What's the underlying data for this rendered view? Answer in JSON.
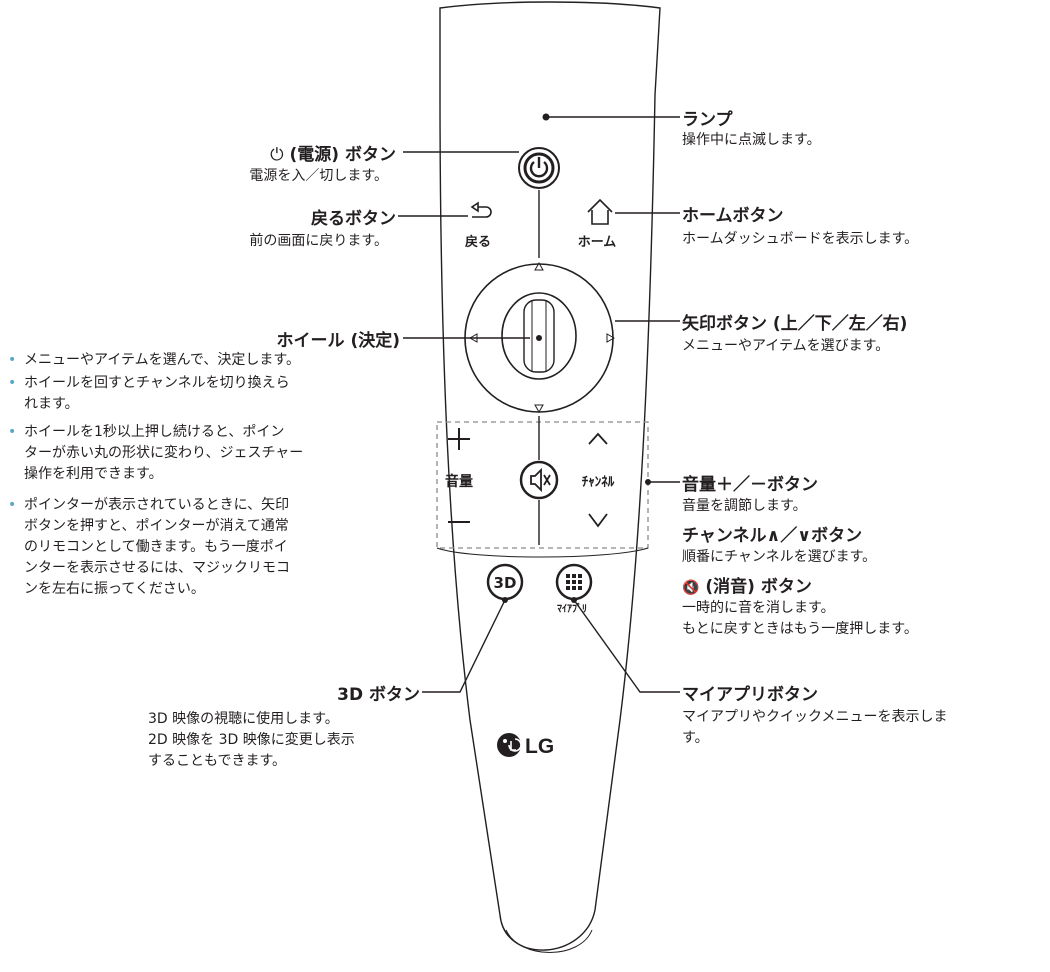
{
  "colors": {
    "line": "#231f20",
    "bullet": "#5aa7c8",
    "remote_body": "#ffffff"
  },
  "remote": {
    "back_label": "戻る",
    "home_label": "ホーム",
    "volume_label": "音量",
    "channel_label": "ﾁｬﾝﾈﾙ",
    "button_3d": "3D",
    "myapps_label": "ﾏｲｱﾌﾟﾘ",
    "logo_text": "LG"
  },
  "callouts": {
    "lamp": {
      "title": "ランプ",
      "desc": "操作中に点滅します。"
    },
    "power": {
      "title": "(電源) ボタン",
      "desc": "電源を入／切します。"
    },
    "back": {
      "title": "戻るボタン",
      "desc": "前の画面に戻ります。"
    },
    "home": {
      "title": "ホームボタン",
      "desc": "ホームダッシュボードを表示します。"
    },
    "wheel": {
      "title": "ホイール (決定)",
      "bullets": [
        "メニューやアイテムを選んで、決定します。",
        "ホイールを回すとチャンネルを切り換えら\nれます。",
        "ホイールを1秒以上押し続けると、ポイン\nターが赤い丸の形状に変わり、ジェスチャー\n操作を利用できます。",
        "ポインターが表示されているときに、矢印\nボタンを押すと、ポインターが消えて通常\nのリモコンとして働きます。もう一度ポイ\nンターを表示させるには、マジックリモコ\nンを左右に振ってください。"
      ]
    },
    "arrow": {
      "title": "矢印ボタン (上／下／左／右)",
      "desc": "メニューやアイテムを選びます。"
    },
    "volume": {
      "title": "音量＋／－ボタン",
      "desc": "音量を調節します。"
    },
    "channel": {
      "title": "チャンネル∧／∨ボタン",
      "desc": "順番にチャンネルを選びます。"
    },
    "mute": {
      "title": "(消音) ボタン",
      "desc1": "一時的に音を消します。",
      "desc2": "もとに戻すときはもう一度押します。"
    },
    "myapps": {
      "title": "マイアプリボタン",
      "desc": "マイアプリやクイックメニューを表示しま\nす。"
    },
    "btn3d": {
      "title": "3D ボタン",
      "desc": "3D 映像の視聴に使用します。\n2D 映像を 3D 映像に変更し表示\nすることもできます。"
    }
  }
}
